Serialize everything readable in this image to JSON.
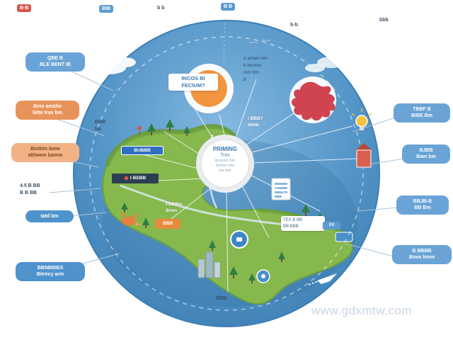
{
  "top_badges": [
    {
      "text": "B·B"
    },
    {
      "text": "BIB"
    },
    {
      "text": "b b"
    },
    {
      "text": "B B"
    },
    {
      "text": "b·b"
    },
    {
      "text": "bbb"
    }
  ],
  "callouts": {
    "left": [
      {
        "lines": [
          "QBE B",
          "BLE BENT IB"
        ]
      },
      {
        "lines": [
          "Bino amblio",
          "bitte tras bm"
        ]
      },
      {
        "lines": [
          "Bisttim lame",
          "attiwem bamm"
        ]
      },
      {
        "lines": [
          "4.5 B BB",
          "B B BB"
        ]
      },
      {
        "lines": [
          "tatd bm"
        ]
      },
      {
        "lines": [
          "BBNBBIES",
          "Bitrecy arm"
        ]
      }
    ],
    "right": [
      {
        "lines": [
          "TBBF B",
          "BIBE Bm"
        ]
      },
      {
        "lines": [
          "BJBB",
          "Bam bm"
        ]
      },
      {
        "lines": [
          "BBJB-B",
          "BB Bm"
        ]
      },
      {
        "lines": [
          "B BBBB",
          "Bmm bmm"
        ]
      }
    ]
  },
  "inner": {
    "incos": {
      "lines": [
        "INCOS BI",
        "FECIUM?"
      ]
    },
    "topright_block": {
      "lines": [
        "a amam bm",
        "b bmmm",
        "mm bm",
        "b"
      ]
    },
    "nearhub": {
      "lines": [
        "I BBB?",
        "bbbb"
      ]
    },
    "bus": "BUBBB",
    "sign": "I·BEBB",
    "island_white": {
      "lines": [
        "FBBBm",
        "Bmm"
      ]
    },
    "orange_badge": "BBB",
    "left_dark": {
      "lines": [
        "BBB",
        "bb"
      ]
    },
    "bottom_dark": "BBB",
    "white_sign": {
      "lines": [
        "TEX B BB",
        "BB BBB"
      ]
    },
    "tag": "BB"
  },
  "hub": {
    "title": "PRIMING",
    "subtitle": "Trim",
    "body": [
      "im bmm bm",
      "bmmm bm",
      "bm bm"
    ]
  },
  "watermark": "www.gdxmtw.com",
  "colors": {
    "sea_blue": "#4a8fc0",
    "island_green": "#86b84d",
    "accent_orange": "#f2953f",
    "accent_red": "#cf4450",
    "pill_blue": "#5b9bd0"
  }
}
